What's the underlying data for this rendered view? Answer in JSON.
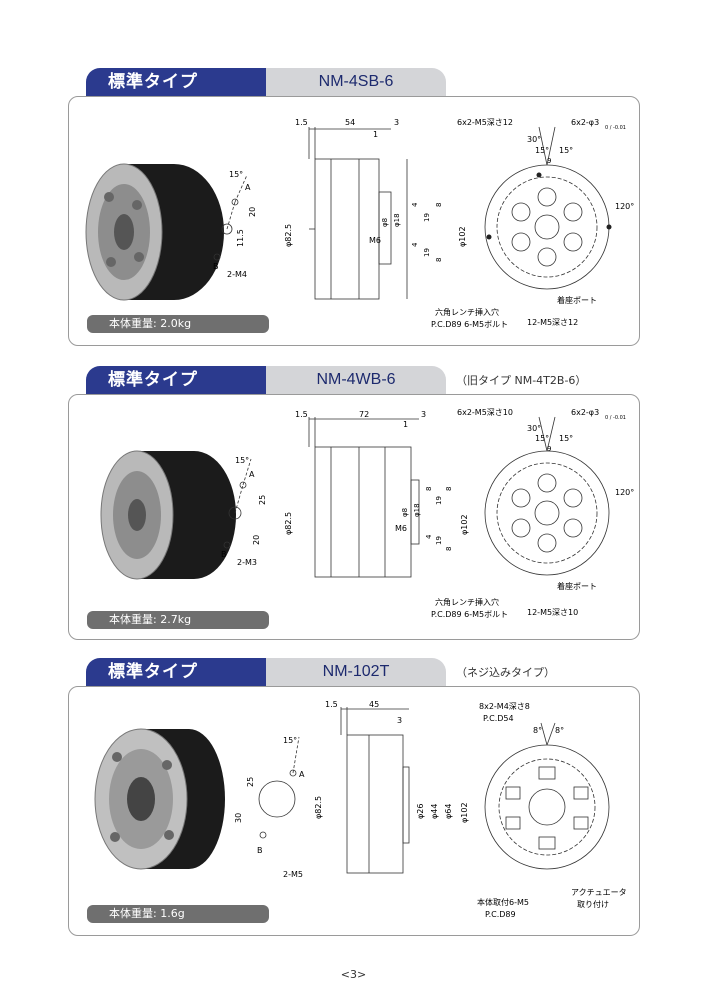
{
  "sections": [
    {
      "tab_label": "標準タイプ",
      "model": "NM-4SB-6",
      "note": "",
      "weight": "本体重量: 2.0kg",
      "dims": {
        "d_top_left": "1.5",
        "d_top_mid": "54",
        "d_top_right": "3",
        "d_top_small": "1",
        "d_dia_body": "φ82.5",
        "d_dia_outer": "φ102",
        "d_dia_a": "φ8",
        "d_dia_b": "φ18",
        "d_m6": "M6",
        "d_v1": "4",
        "d_v2": "19",
        "d_v3": "8",
        "d_v4": "4",
        "d_v5": "19",
        "d_v6": "8",
        "angle": "15°",
        "pa": "A",
        "pb": "B",
        "d_20": "20",
        "d_115": "11.5",
        "m_port": "2-M4",
        "front_top1": "6x2-M5深さ12",
        "front_top2": "6x2-φ3",
        "tol": "0 / -0.01",
        "ang30": "30°",
        "ang15a": "15°",
        "ang15b": "15°",
        "ang120": "120°",
        "d9": "9",
        "hex1": "六角レンチ挿入穴",
        "hex2": "P.C.D89 6-M5ボルト",
        "m5deep": "12-M5深さ12",
        "port": "着座ポート"
      }
    },
    {
      "tab_label": "標準タイプ",
      "model": "NM-4WB-6",
      "note": "（旧タイプ NM-4T2B-6）",
      "weight": "本体重量: 2.7kg",
      "dims": {
        "d_top_left": "1.5",
        "d_top_mid": "72",
        "d_top_right": "3",
        "d_top_small": "1",
        "d_dia_body": "φ82.5",
        "d_dia_outer": "φ102",
        "d_dia_a": "φ8",
        "d_dia_b": "φ18",
        "d_m6": "M6",
        "d_v1": "8",
        "d_v2": "19",
        "d_v3": "8",
        "d_v4": "4",
        "d_v5": "19",
        "d_v6": "8",
        "angle": "15°",
        "pa": "A",
        "pb": "B",
        "d_20": "25",
        "d_115": "20",
        "m_port": "2-M3",
        "front_top1": "6x2-M5深さ10",
        "front_top2": "6x2-φ3",
        "tol": "0 / -0.01",
        "ang30": "30°",
        "ang15a": "15°",
        "ang15b": "15°",
        "ang120": "120°",
        "d9": "9",
        "hex1": "六角レンチ挿入穴",
        "hex2": "P.C.D89 6-M5ボルト",
        "m5deep": "12-M5深さ10",
        "port": "着座ポート"
      }
    },
    {
      "tab_label": "標準タイプ",
      "model": "NM-102T",
      "note": "（ネジ込みタイプ）",
      "weight": "本体重量: 1.6g",
      "dims": {
        "d_top_left": "1.5",
        "d_top_mid": "45",
        "d_top_right": "3",
        "d_dia_body": "φ82.5",
        "d_dia_outer": "φ102",
        "d_dia_a": "φ26",
        "d_dia_b": "φ44",
        "d_dia_c": "φ64",
        "angle": "15°",
        "pa": "A",
        "pb": "B",
        "d_25": "25",
        "d_30": "30",
        "m_port": "2-M5",
        "front_top1": "8x2-M4深さ8",
        "front_top2": "P.C.D54",
        "ang8a": "8°",
        "ang8b": "8°",
        "mount1": "本体取付6-M5",
        "mount2": "P.C.D89",
        "act1": "アクチュエータ",
        "act2": "取り付け"
      }
    }
  ],
  "page_number": "<3>",
  "colors": {
    "tab_blue": "#2b3a8e",
    "tab_gray": "#d4d5d8",
    "weight_bg": "#6f6f6f"
  }
}
